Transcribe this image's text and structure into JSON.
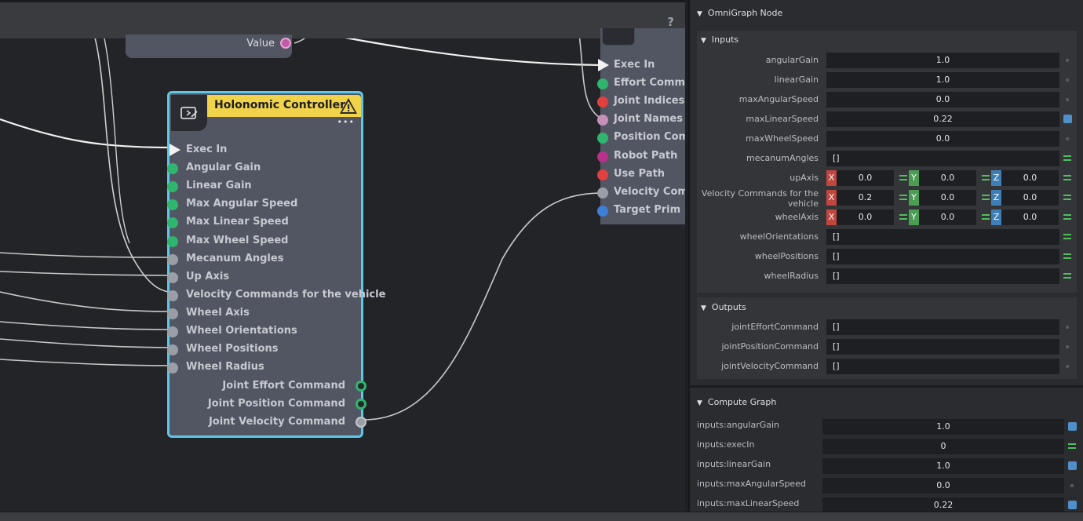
{
  "graph": {
    "help_label": "?",
    "value_node": {
      "label": "Value"
    },
    "holonomic_node": {
      "title": "Holonomic Controller",
      "more_label": "•••",
      "inputs": [
        {
          "label": "Exec In",
          "kind": "exec"
        },
        {
          "label": "Angular Gain",
          "kind": "green"
        },
        {
          "label": "Linear Gain",
          "kind": "green"
        },
        {
          "label": "Max Angular Speed",
          "kind": "green"
        },
        {
          "label": "Max Linear Speed",
          "kind": "green"
        },
        {
          "label": "Max Wheel Speed",
          "kind": "green"
        },
        {
          "label": "Mecanum Angles",
          "kind": "grey"
        },
        {
          "label": "Up Axis",
          "kind": "grey"
        },
        {
          "label": "Velocity Commands for the vehicle",
          "kind": "grey"
        },
        {
          "label": "Wheel Axis",
          "kind": "grey"
        },
        {
          "label": "Wheel Orientations",
          "kind": "grey"
        },
        {
          "label": "Wheel Positions",
          "kind": "grey"
        },
        {
          "label": "Wheel Radius",
          "kind": "grey"
        }
      ],
      "outputs": [
        {
          "label": "Joint Effort Command",
          "kind": "ring"
        },
        {
          "label": "Joint Position Command",
          "kind": "ring"
        },
        {
          "label": "Joint Velocity Command",
          "kind": "ring-grey"
        }
      ]
    },
    "right_node": {
      "inputs": [
        {
          "label": "Exec In",
          "kind": "exec"
        },
        {
          "label": "Effort Comman",
          "kind": "green"
        },
        {
          "label": "Joint Indices",
          "kind": "red"
        },
        {
          "label": "Joint Names",
          "kind": "pink"
        },
        {
          "label": "Position Comm",
          "kind": "green"
        },
        {
          "label": "Robot Path",
          "kind": "magenta"
        },
        {
          "label": "Use Path",
          "kind": "red"
        },
        {
          "label": "Velocity Comm",
          "kind": "grey"
        },
        {
          "label": "Target Prim",
          "kind": "blue"
        }
      ]
    }
  },
  "panel": {
    "omnigraph_title": "OmniGraph Node",
    "inputs_title": "Inputs",
    "outputs_title": "Outputs",
    "compute_title": "Compute Graph",
    "inputs": [
      {
        "label": "angularGain",
        "type": "scalar",
        "value": "1.0",
        "indicator": "dot"
      },
      {
        "label": "linearGain",
        "type": "scalar",
        "value": "1.0",
        "indicator": "dot"
      },
      {
        "label": "maxAngularSpeed",
        "type": "scalar",
        "value": "0.0",
        "indicator": "dot"
      },
      {
        "label": "maxLinearSpeed",
        "type": "scalar",
        "value": "0.22",
        "indicator": "square"
      },
      {
        "label": "maxWheelSpeed",
        "type": "scalar",
        "value": "0.0",
        "indicator": "dot"
      },
      {
        "label": "mecanumAngles",
        "type": "array",
        "value": "[]",
        "indicator": "eq"
      },
      {
        "label": "upAxis",
        "type": "vec3",
        "x": "0.0",
        "y": "0.0",
        "z": "0.0",
        "indicator": "eq"
      },
      {
        "label": "Velocity Commands for the vehicle",
        "type": "vec3",
        "x": "0.2",
        "y": "0.0",
        "z": "0.0",
        "indicator": "eq"
      },
      {
        "label": "wheelAxis",
        "type": "vec3",
        "x": "0.0",
        "y": "0.0",
        "z": "0.0",
        "indicator": "eq"
      },
      {
        "label": "wheelOrientations",
        "type": "array",
        "value": "[]",
        "indicator": "eq"
      },
      {
        "label": "wheelPositions",
        "type": "array",
        "value": "[]",
        "indicator": "eq"
      },
      {
        "label": "wheelRadius",
        "type": "array",
        "value": "[]",
        "indicator": "eq"
      }
    ],
    "outputs": [
      {
        "label": "jointEffortCommand",
        "value": "[]",
        "indicator": "dot"
      },
      {
        "label": "jointPositionCommand",
        "value": "[]",
        "indicator": "dot"
      },
      {
        "label": "jointVelocityCommand",
        "value": "[]",
        "indicator": "dot"
      }
    ],
    "compute": [
      {
        "label": "inputs:angularGain",
        "value": "1.0",
        "indicator": "square"
      },
      {
        "label": "inputs:execIn",
        "value": "0",
        "indicator": "eq"
      },
      {
        "label": "inputs:linearGain",
        "value": "1.0",
        "indicator": "square"
      },
      {
        "label": "inputs:maxAngularSpeed",
        "value": "0.0",
        "indicator": "dot"
      },
      {
        "label": "inputs:maxLinearSpeed",
        "value": "0.22",
        "indicator": "square"
      }
    ],
    "axis_labels": {
      "x": "X",
      "y": "Y",
      "z": "Z"
    }
  },
  "colors": {
    "node_selected_border": "#5ec8e8",
    "node_title": "#f0d34a",
    "pin_green": "#2fb56e",
    "pin_grey": "#9a9ea6",
    "pin_red": "#e0403e",
    "pin_blue": "#3d7ed6",
    "pin_magenta": "#b9308d"
  }
}
